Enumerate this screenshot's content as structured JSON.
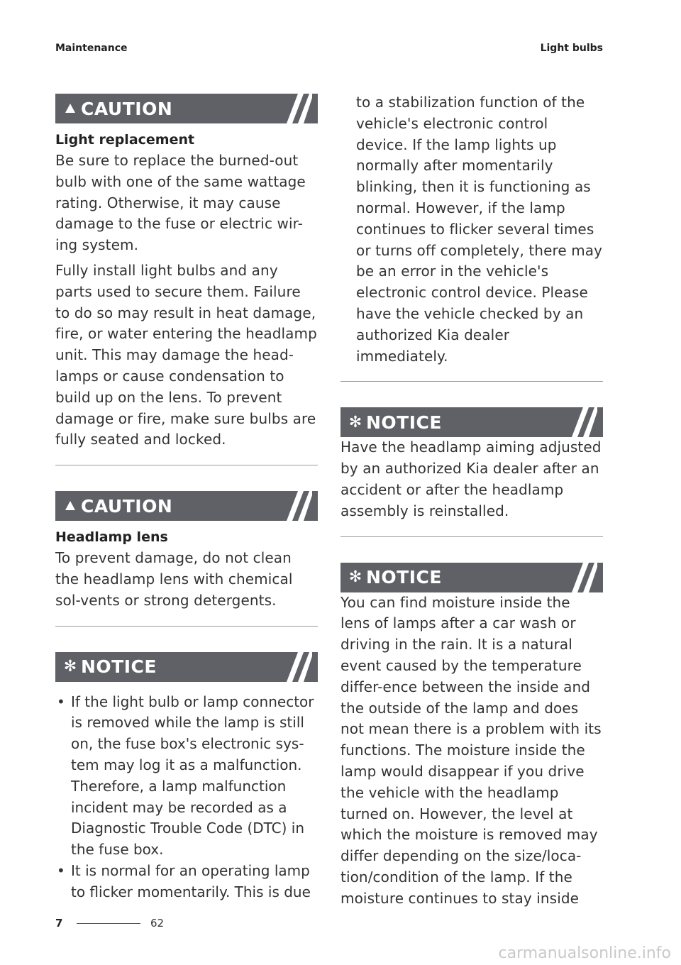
{
  "header": {
    "left": "Maintenance",
    "right": "Light bulbs"
  },
  "left_column": {
    "caution1": {
      "title": "CAUTION",
      "subtitle": "Light replacement",
      "paragraphs": [
        "Be sure to replace the burned-out bulb with one of the same wattage rating. Otherwise, it may cause damage to the fuse or electric wir-ing system.",
        "Fully install light bulbs and any parts used to secure them. Failure to do so may result in heat damage, fire, or water entering the headlamp unit. This may damage the head-lamps or cause condensation to build up on the lens. To prevent damage or fire, make sure bulbs are fully seated and locked."
      ]
    },
    "caution2": {
      "title": "CAUTION",
      "subtitle": "Headlamp lens",
      "paragraph": "To prevent damage, do not clean the headlamp lens with chemical sol-vents or strong detergents."
    },
    "notice1": {
      "title": "NOTICE",
      "bullets": [
        "If the light bulb or lamp connector is removed while the lamp is still on, the fuse box's electronic sys-tem may log it as a malfunction. Therefore, a lamp malfunction incident may be recorded as a Diagnostic Trouble Code (DTC) in the fuse box.",
        "It is normal for an operating lamp to flicker momentarily. This is due"
      ]
    }
  },
  "right_column": {
    "continuation": "to a stabilization function of the vehicle's electronic control device. If the lamp lights up normally after momentarily blinking, then it is functioning as normal. However, if the lamp continues to flicker several times or turns off completely, there may be an error in the vehicle's electronic control device. Please have the vehicle checked by an authorized Kia dealer immediately.",
    "notice2": {
      "title": "NOTICE",
      "paragraph": "Have the headlamp aiming adjusted by an authorized Kia dealer after an accident or after the headlamp assembly is reinstalled."
    },
    "notice3": {
      "title": "NOTICE",
      "paragraph": "You can find moisture inside the lens of lamps after a car wash or driving in the rain. It is a natural event caused by the temperature differ-ence between the inside and the outside of the lamp and does not mean there is a problem with its functions. The moisture inside the lamp would disappear if you drive the vehicle with the headlamp turned on. However, the level at which the moisture is removed may differ depending on the size/loca-tion/condition of the lamp. If the moisture continues to stay inside"
    }
  },
  "footer": {
    "chapter": "7",
    "page": "62"
  },
  "watermark": "carmanualsonline.info",
  "icons": {
    "caution": "warning-triangle-icon",
    "notice": "asterisk-icon"
  },
  "colors": {
    "banner": "#5f6166",
    "rule": "#9a9a9a"
  }
}
